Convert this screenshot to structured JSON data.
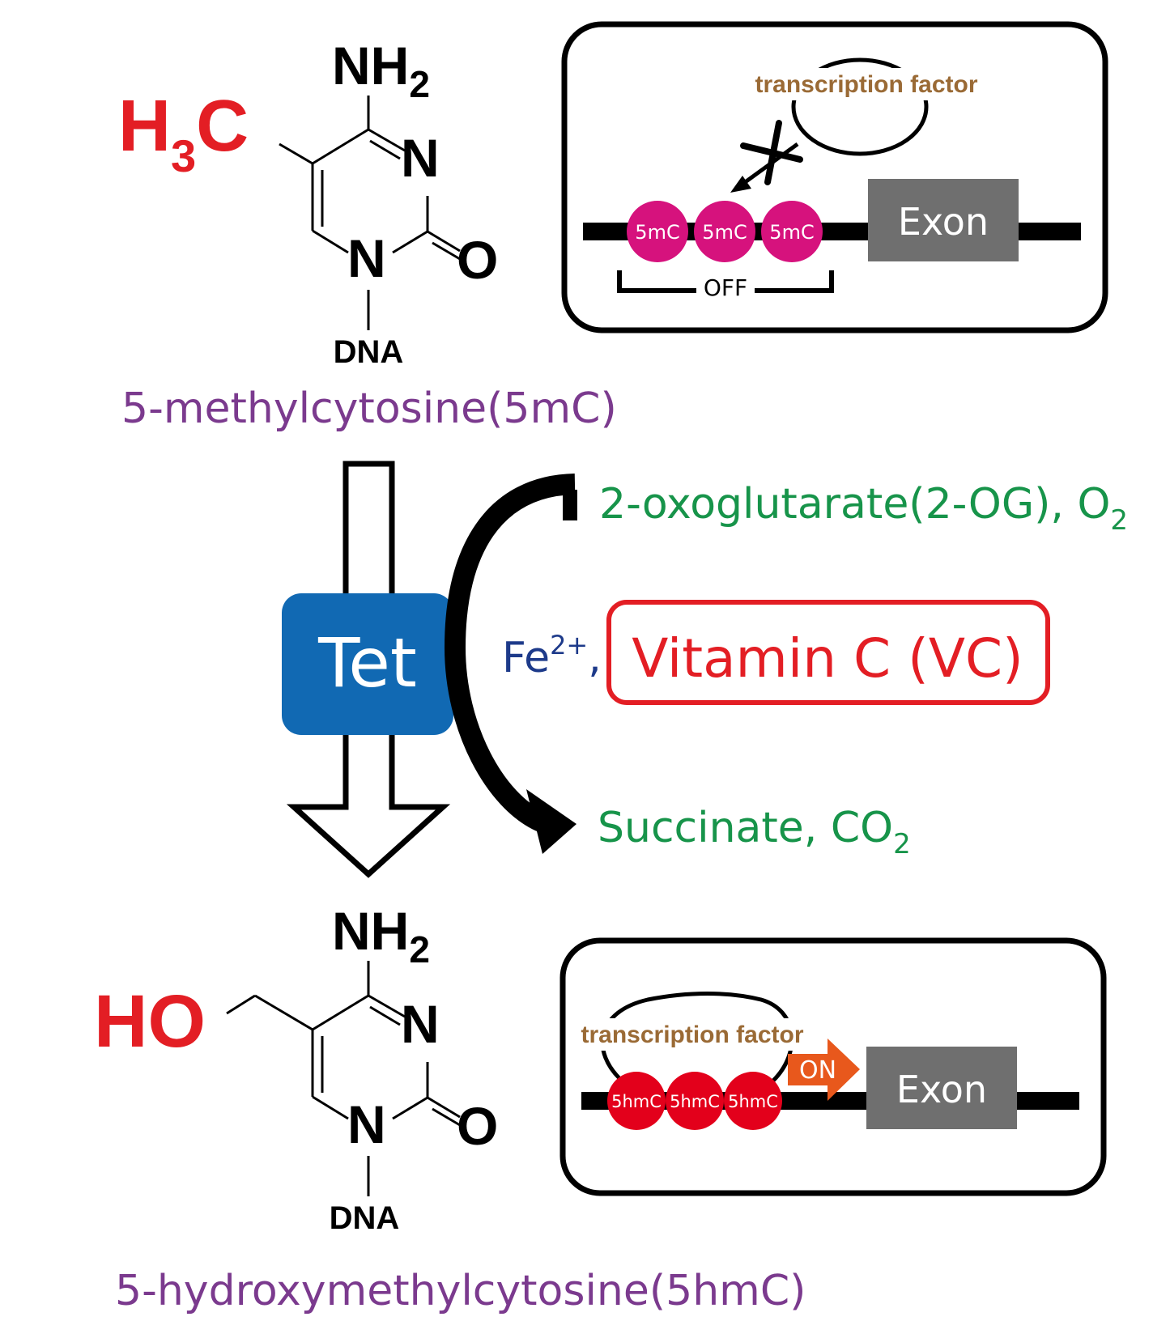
{
  "top_molecule": {
    "substituent_main": "H",
    "substituent_sub": "3",
    "substituent_tail": "C",
    "amine_main": "NH",
    "amine_sub": "2",
    "ring_n_top": "N",
    "ring_n_bottom": "N",
    "carbonyl_o": "O",
    "dna_label": "DNA",
    "name": "5-methylcytosine(5mC)"
  },
  "bottom_molecule": {
    "substituent": "HO",
    "amine_main": "NH",
    "amine_sub": "2",
    "ring_n_top": "N",
    "ring_n_bottom": "N",
    "carbonyl_o": "O",
    "dna_label": "DNA",
    "name": "5-hydroxymethylcytosine(5hmC)"
  },
  "top_panel": {
    "tf_label": "transcription factor",
    "marks": [
      "5mC",
      "5mC",
      "5mC"
    ],
    "exon_label": "Exon",
    "state_label": "OFF"
  },
  "bottom_panel": {
    "tf_label": "transcription factor",
    "marks": [
      "5hmC",
      "5hmC",
      "5hmC"
    ],
    "exon_label": "Exon",
    "state_label": "ON"
  },
  "enzyme": {
    "label": "Tet"
  },
  "cofactors": {
    "input_main": "2-oxoglutarate(2-OG), O",
    "input_sub": "2",
    "iron_main": "Fe",
    "iron_sup": "2+",
    "iron_sep": ",",
    "vitamin": "Vitamin C (VC)",
    "output_main": "Succinate, CO",
    "output_sub": "2"
  },
  "colors": {
    "red": "#e31e24",
    "purple": "#7b3a8e",
    "green": "#17944a",
    "navy": "#1d3a8a",
    "brown": "#9a6a35",
    "tet_blue": "#1169b3",
    "magenta": "#d6127d",
    "mark_red": "#e3001b",
    "exon_gray": "#6f6f6f",
    "on_orange": "#e8581c"
  }
}
